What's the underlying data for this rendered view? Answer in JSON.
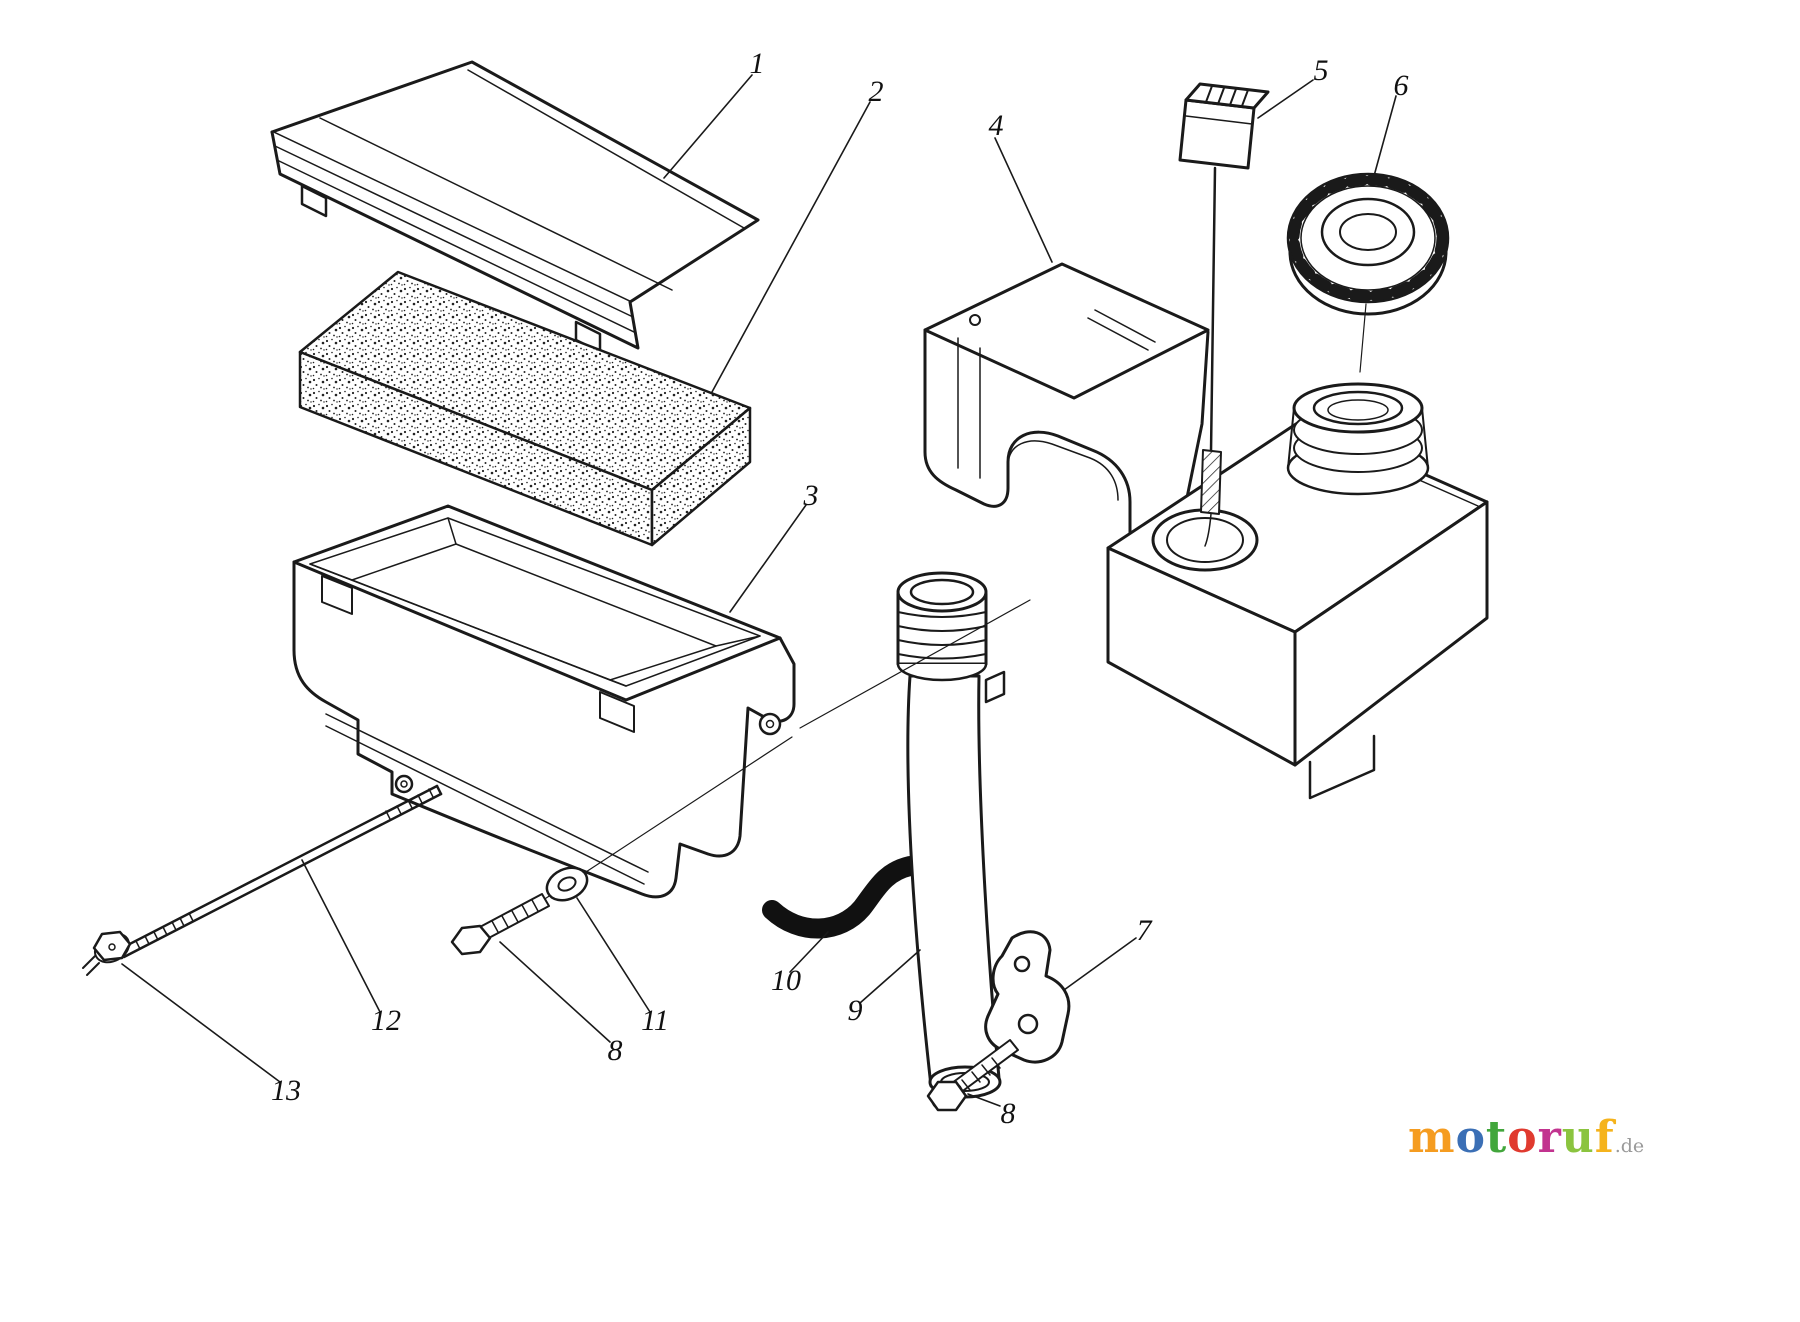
{
  "diagram": {
    "description": "Exploded parts diagram of an air cleaner and fuel tank assembly",
    "line_color": "#1a1a1a",
    "background_color": "#ffffff",
    "callouts": [
      {
        "label": "1"
      },
      {
        "label": "2"
      },
      {
        "label": "3"
      },
      {
        "label": "4"
      },
      {
        "label": "5"
      },
      {
        "label": "6"
      },
      {
        "label": "7"
      },
      {
        "label": "8"
      },
      {
        "label": "8"
      },
      {
        "label": "9"
      },
      {
        "label": "10"
      },
      {
        "label": "11"
      },
      {
        "label": "12"
      },
      {
        "label": "13"
      }
    ]
  },
  "watermark": {
    "letters": [
      {
        "char": "m",
        "color": "#f59c20"
      },
      {
        "char": "o",
        "color": "#3b6fb5"
      },
      {
        "char": "t",
        "color": "#42a63c"
      },
      {
        "char": "o",
        "color": "#e03a2f"
      },
      {
        "char": "r",
        "color": "#c2338f"
      },
      {
        "char": "u",
        "color": "#8bc43f"
      },
      {
        "char": "f",
        "color": "#f5b31c"
      }
    ],
    "suffix": ".de",
    "suffix_color": "#9a9a9a"
  }
}
